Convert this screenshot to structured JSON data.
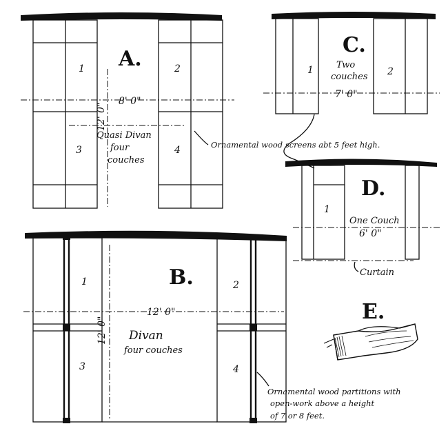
{
  "plans": {
    "A": {
      "letter": "A.",
      "n1": "1",
      "n2": "2",
      "n3": "3",
      "n4": "4",
      "width": "8' 0\"",
      "depth": "12' 0\"",
      "label1": "Quasi Divan",
      "label2": "four",
      "label3": "couches"
    },
    "B": {
      "letter": "B.",
      "n1": "1",
      "n2": "2",
      "n3": "3",
      "n4": "4",
      "width": "12' 0\"",
      "depth": "12' 0\"",
      "label1": "Divan",
      "label2": "four couches"
    },
    "C": {
      "letter": "C.",
      "n1": "1",
      "n2": "2",
      "label1": "Two",
      "label2": "couches",
      "width": "7' 0\""
    },
    "D": {
      "letter": "D.",
      "n1": "1",
      "label1": "One Couch",
      "width": "6' 0\""
    },
    "E": {
      "letter": "E."
    }
  },
  "notes": {
    "screens": "Ornamental wood screens abt 5 feet high.",
    "curtain": "Curtain",
    "partitions_1": "Ornamental wood partitions with",
    "partitions_2": "open-work above a height",
    "partitions_3": "of 7 or 8 feet."
  }
}
